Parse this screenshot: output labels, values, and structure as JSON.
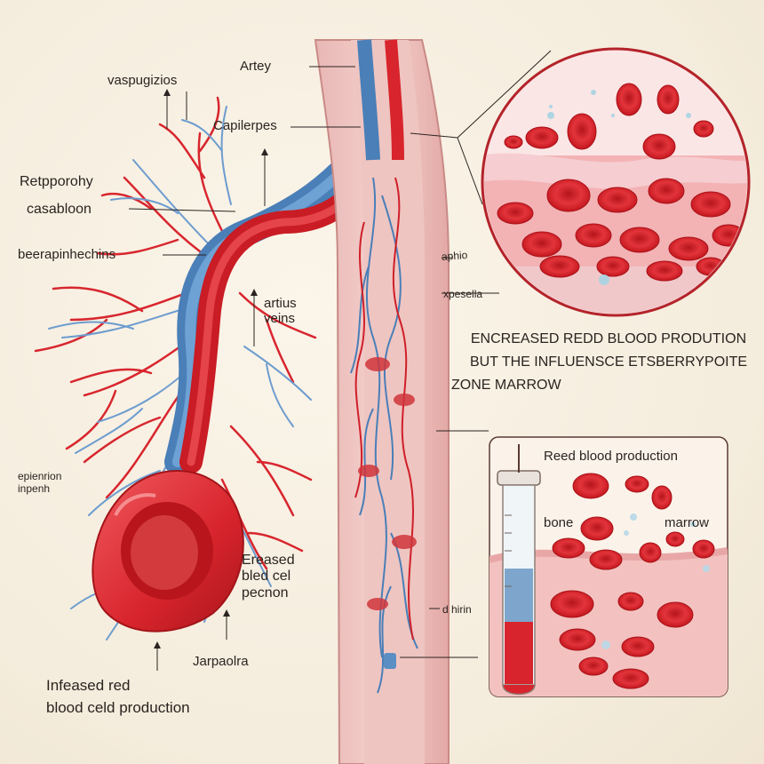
{
  "labels": {
    "vaspugizios": "vaspugizios",
    "artey": "Artey",
    "capilerpes": "Capilerpes",
    "retpporohy": "Retpporohy",
    "casabloon": "casabloon",
    "beerapinhechins": "beerapinhechins",
    "artius_veins": "artius\nveins",
    "aphio": "aphio",
    "xpesella": "xpesella",
    "encreased_line1": "ENCREASED REDD BLOOD PRODUTION",
    "encreased_line2": "BUT THE INFLUENSCE ETSBERRYPOITE",
    "encreased_line3": "ZONE MARROW",
    "epienrion": "epienrion\ninpenh",
    "ereased": "Ereased\nbled cel\npecnon",
    "dhirin": "d hirin",
    "jarpaolra": "Jarpaolra",
    "infeased_line1": "Infeased red",
    "infeased_line2": "blood celd production",
    "reed_blood": "Reed blood production",
    "bone": "bone",
    "marrow": "marrow"
  },
  "colors": {
    "artery_red": "#d8242c",
    "vein_blue": "#5b8fc4",
    "rbc_red": "#e0262e",
    "tissue_pink": "#f1b9b9",
    "background": "#f6efe2"
  }
}
